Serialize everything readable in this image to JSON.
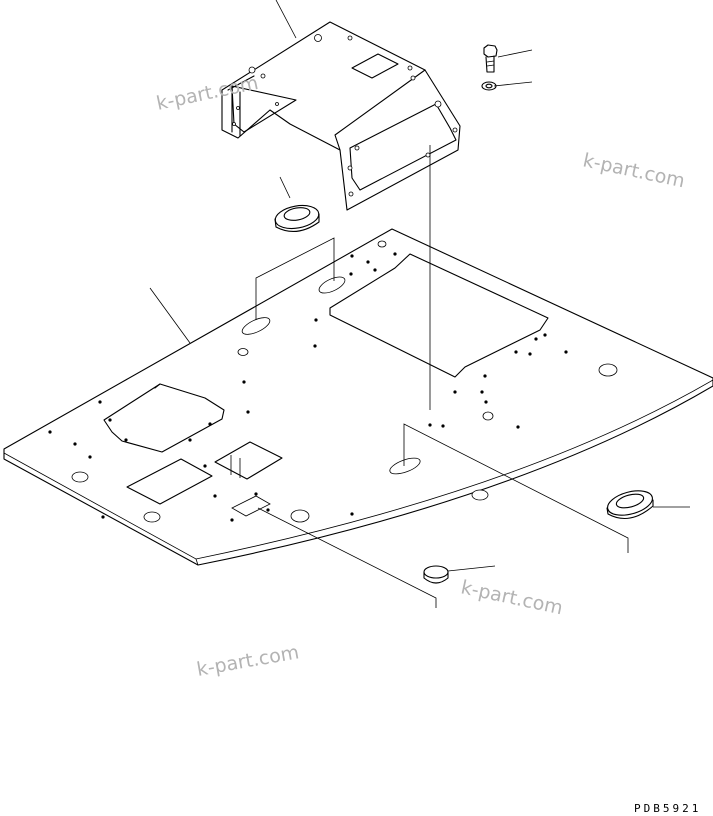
{
  "watermarks": [
    "k-part.com",
    "k-part.com",
    "k-part.com",
    "k-part.com"
  ],
  "drawing_code": "PDB5921"
}
